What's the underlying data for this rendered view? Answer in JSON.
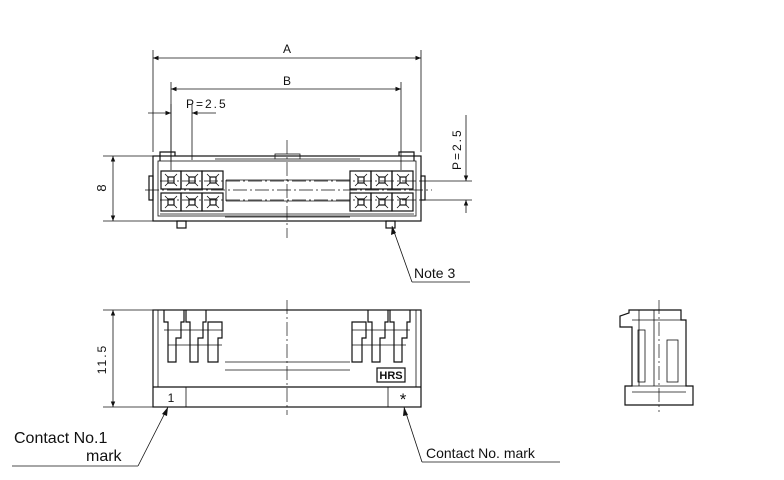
{
  "dimensions": {
    "a": "A",
    "b": "B",
    "pitch_horizontal": "P=2.5",
    "pitch_vertical": "P=2.5",
    "height_top_view": "8",
    "height_front_view": "11.5"
  },
  "callouts": {
    "note3": "Note 3",
    "contact_no1_line1": "Contact No.1",
    "contact_no1_line2": "mark",
    "contact_no_mark": "Contact No. mark"
  },
  "marks": {
    "contact_number": "1",
    "star": "*",
    "logo": "HRS"
  }
}
